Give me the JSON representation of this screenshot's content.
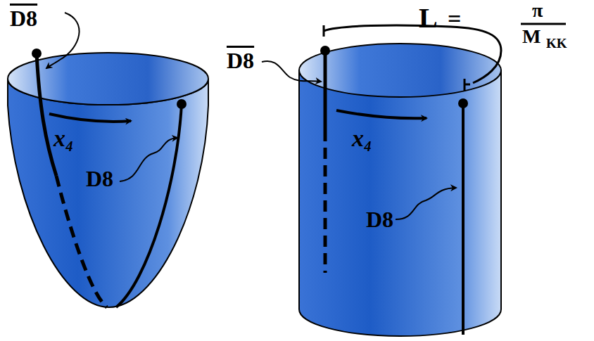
{
  "diagram": {
    "labels": [
      "D8",
      "x₄",
      "D8",
      "D8",
      "x₄",
      "D8",
      "L",
      "=",
      "π",
      "M",
      "KK"
    ]
  }
}
